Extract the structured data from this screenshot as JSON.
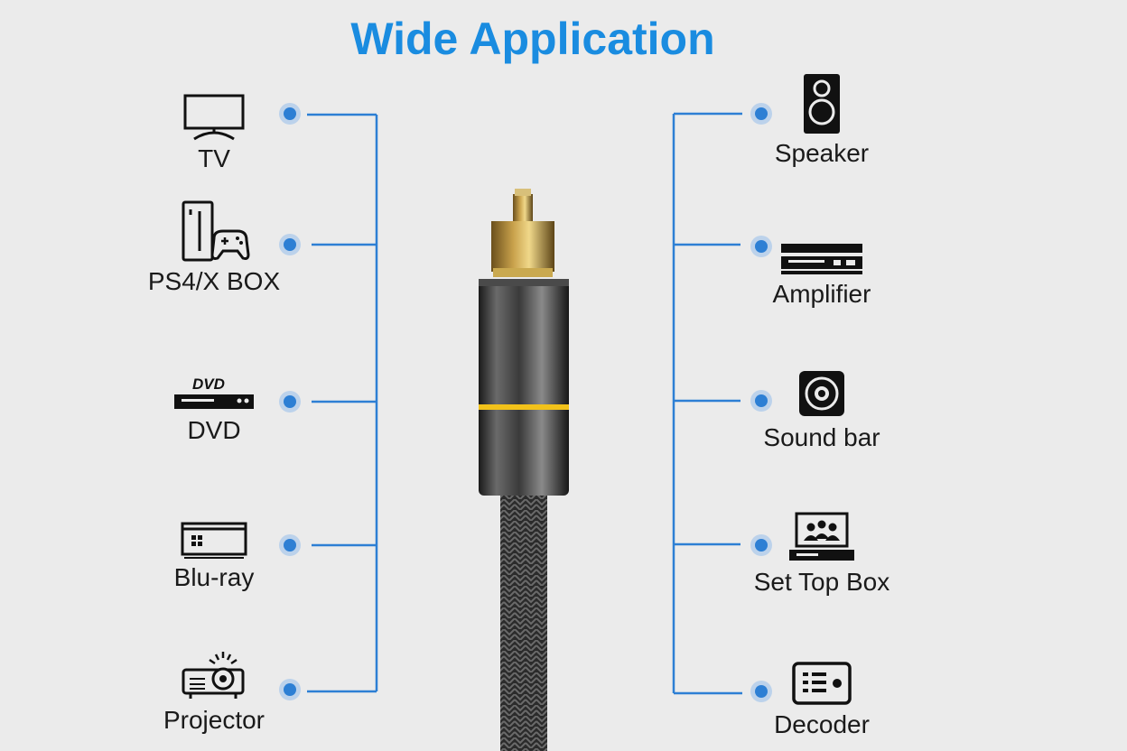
{
  "title": "Wide Application",
  "colors": {
    "accent": "#1a8ce0",
    "line": "#2d7fd4",
    "icon": "#111111"
  },
  "left_devices": [
    {
      "label": "TV",
      "icon": "tv-icon"
    },
    {
      "label": "PS4/X BOX",
      "icon": "game-console-icon"
    },
    {
      "label": "DVD",
      "icon": "dvd-player-icon"
    },
    {
      "label": "Blu-ray",
      "icon": "blu-ray-player-icon"
    },
    {
      "label": "Projector",
      "icon": "projector-icon"
    }
  ],
  "right_devices": [
    {
      "label": "Speaker",
      "icon": "speaker-icon"
    },
    {
      "label": "Amplifier",
      "icon": "amplifier-icon"
    },
    {
      "label": "Sound bar",
      "icon": "sound-bar-icon"
    },
    {
      "label": "Set Top Box",
      "icon": "set-top-box-icon"
    },
    {
      "label": "Decoder",
      "icon": "decoder-icon"
    }
  ]
}
